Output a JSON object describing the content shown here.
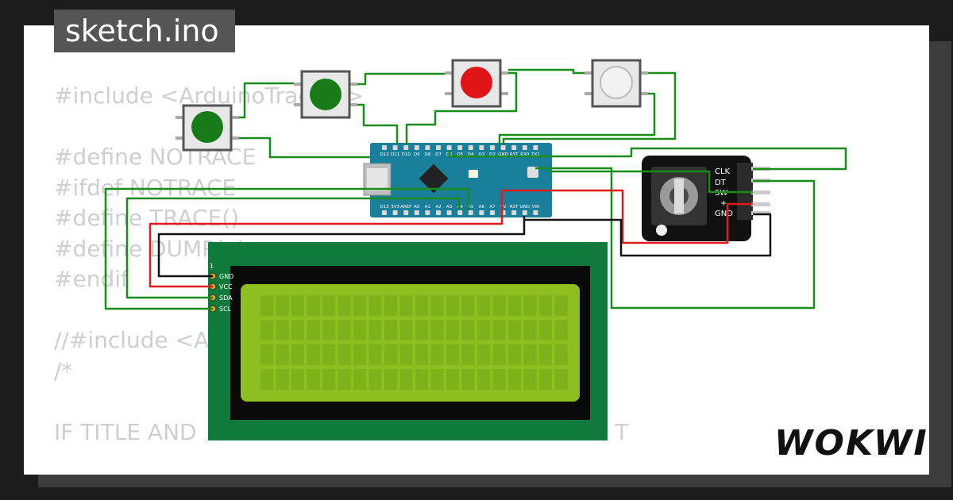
{
  "header": {
    "title": "sketch.ino"
  },
  "code_lines": [
    "#include <ArduinoTrace.h>",
    "",
    "#define NOTRACE",
    "#ifdef NOTRACE",
    "#define TRACE()",
    "#define DUMP(x)",
    "#endif",
    "",
    "//#include <A",
    "/*",
    "",
    "IF TITLE AND                           H MULTIPLE VALUES T"
  ],
  "brand": {
    "logo_text": "WOKWI"
  },
  "lcd": {
    "pin_labels": [
      "1",
      "GND",
      "VCC",
      "SDA",
      "SCL"
    ],
    "lcd_color": "#8cbf1f",
    "board_color": "#0f7a3b"
  },
  "encoder": {
    "pin_labels": [
      "CLK",
      "DT",
      "SW",
      "+",
      "GND"
    ]
  },
  "arduino": {
    "top_pins": [
      "D12",
      "D11",
      "D10",
      "D9",
      "D8",
      "D7",
      "D6",
      "D5",
      "D4",
      "D3",
      "D2",
      "GND",
      "RST",
      "RX0",
      "TX1"
    ],
    "bottom_pins": [
      "D13",
      "3V3",
      "AREF",
      "A0",
      "A1",
      "A2",
      "A3",
      "A4",
      "A5",
      "A6",
      "A7",
      "5V",
      "RST",
      "GND",
      "VIN"
    ],
    "board_color": "#1a7f9a"
  },
  "buttons": [
    {
      "name": "button-green-1",
      "color": "#1a7a1a"
    },
    {
      "name": "button-green-2",
      "color": "#1a7a1a"
    },
    {
      "name": "button-red",
      "color": "#e01414"
    },
    {
      "name": "button-white",
      "color": "#f0f0f0"
    }
  ],
  "wire_colors": {
    "signal": "#1a8c1a",
    "power": "#e01a1a",
    "ground": "#111111"
  }
}
